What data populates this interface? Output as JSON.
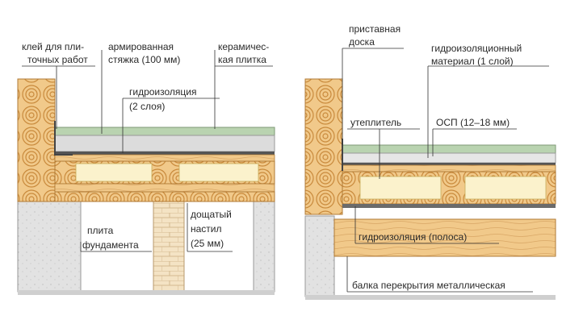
{
  "left": {
    "labels": {
      "tile_glue_1": "клей для пли-",
      "tile_glue_2": "точных работ",
      "screed_1": "армированная",
      "screed_2": "стяжка (100 мм)",
      "tile_1": "керамичес-",
      "tile_2": "кая плитка",
      "waterproof_1": "гидроизоляция",
      "waterproof_2": "(2 слоя)",
      "decking_1": "дощатый",
      "decking_2": "настил",
      "decking_3": "(25 мм)",
      "slab_1": "плита",
      "slab_2": "фундамента"
    }
  },
  "right": {
    "labels": {
      "board_1": "приставная",
      "board_2": "доска",
      "membrane_1": "гидроизоляционный",
      "membrane_2": "материал (1 слой)",
      "insulation": "утеплитель",
      "osb": "ОСП (12–18 мм)",
      "strip": "гидроизоляция (полоса)",
      "beam": "балка перекрытия металлическая"
    }
  },
  "colors": {
    "wood": "#f1c98a",
    "wood_ring": "#c98a3c",
    "tile": "#b9d3b0",
    "screed": "#dcdcdc",
    "insulation": "#fbf2cc",
    "concrete": "#e2e2e2",
    "leader": "#333333"
  }
}
